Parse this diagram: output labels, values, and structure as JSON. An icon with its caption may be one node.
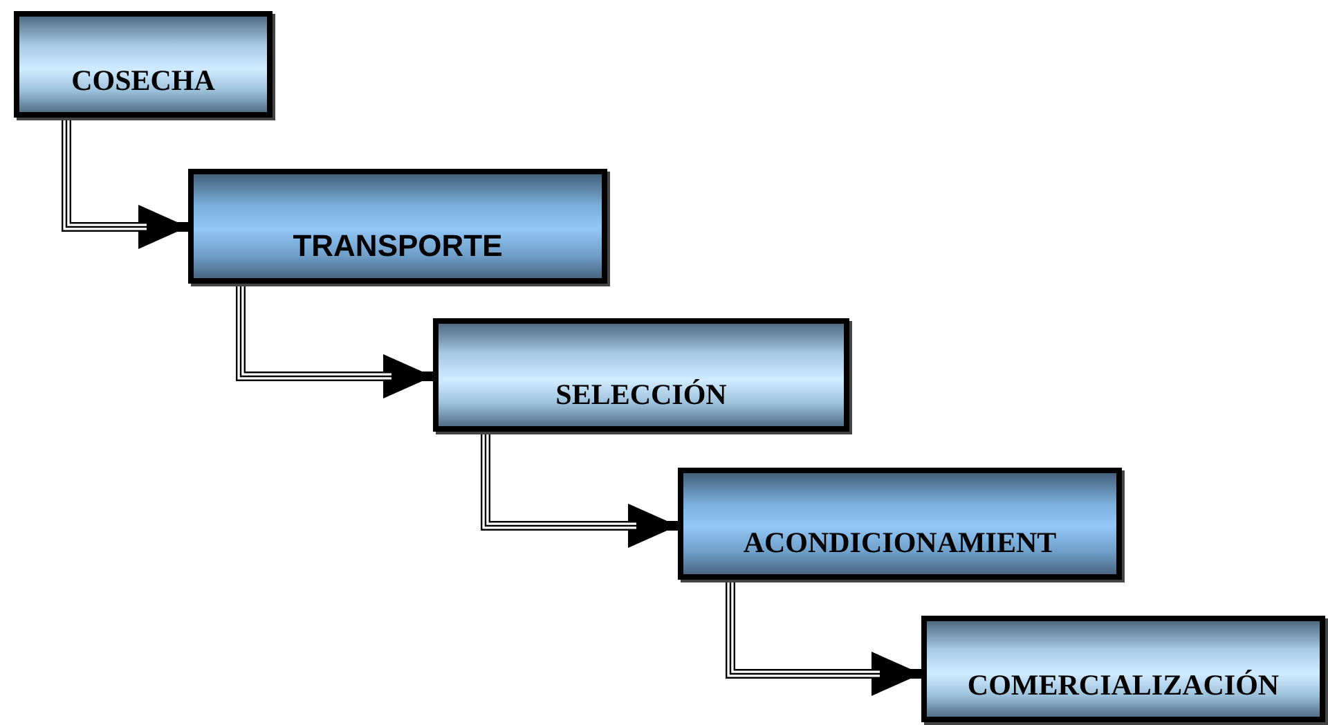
{
  "diagram": {
    "nodes": [
      {
        "text": [
          "COSECHA"
        ]
      },
      {
        "text": [
          "TRANSPORTE"
        ]
      },
      {
        "text": [
          "SELECCIÓN"
        ]
      },
      {
        "text": [
          "ACONDICIONAMIENT"
        ]
      },
      {
        "text": [
          "COMERCIALIZACIÓN"
        ]
      }
    ],
    "edges": [
      {
        "from": 0,
        "to": 1,
        "arrow": "to"
      },
      {
        "from": 1,
        "to": 2,
        "arrow": "to"
      },
      {
        "from": 2,
        "to": 3,
        "arrow": "to"
      },
      {
        "from": 3,
        "to": 4,
        "arrow": "to"
      }
    ]
  }
}
